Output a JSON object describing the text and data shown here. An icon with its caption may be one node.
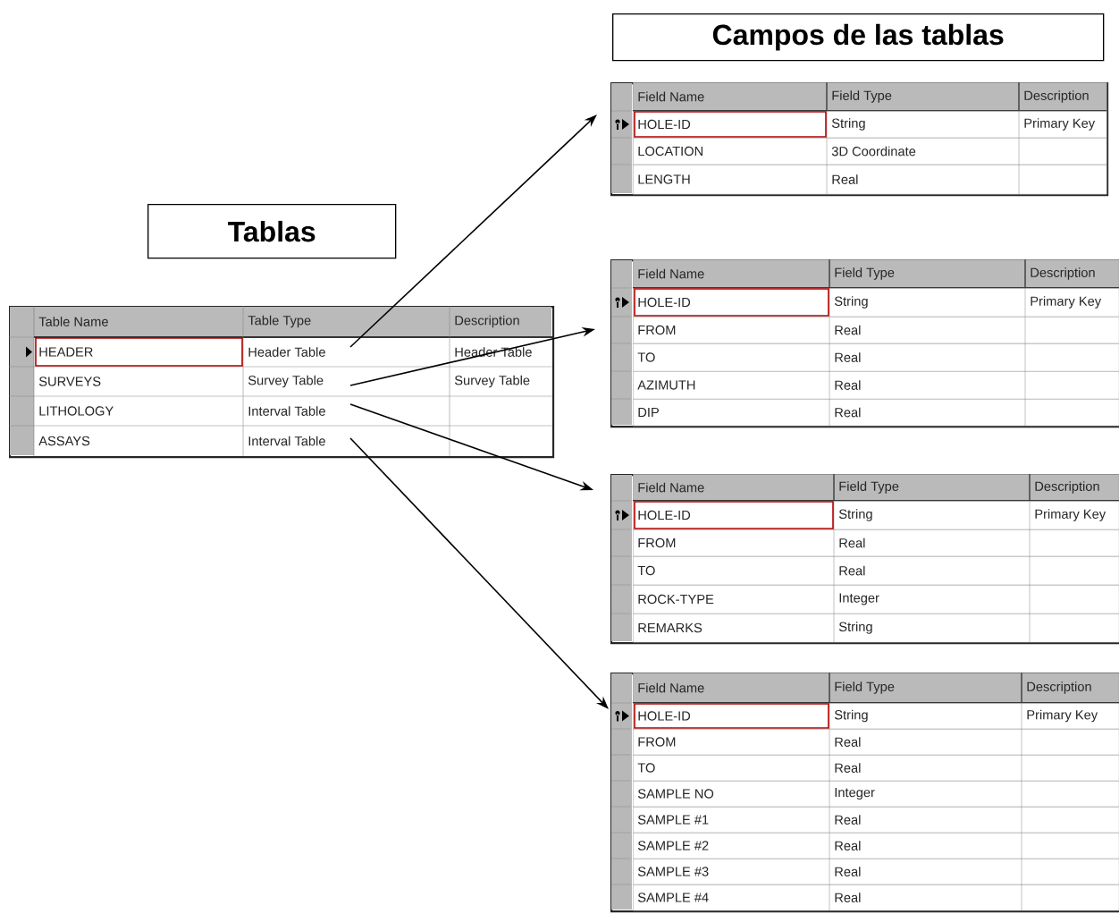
{
  "diagram": {
    "nodes": [
      {
        "text": [
          "Campos de las tablas"
        ]
      },
      {
        "text": [
          "Tablas"
        ]
      },
      {
        "text": [
          "Table Name",
          "Table Type",
          "Description",
          "HEADER",
          "Header Table",
          "Header Table",
          "SURVEYS",
          "Survey Table",
          "Survey Table",
          "LITHOLOGY",
          "Interval Table",
          "ASSAYS",
          "Interval Table"
        ]
      },
      {
        "text": [],
        "shape": "box"
      },
      {
        "text": [
          "Field Name",
          "Field Type",
          "Description"
        ],
        "in": 3
      },
      {
        "text": [
          "HOLE-ID",
          "String",
          "Primary Key"
        ],
        "in": 3
      },
      {
        "text": [
          "LOCATION",
          "3D Coordinate"
        ],
        "in": 3
      },
      {
        "text": [
          "LENGTH",
          "Real"
        ],
        "in": 3
      },
      {
        "text": [],
        "shape": "box"
      },
      {
        "text": [
          "Field Name",
          "Field Type",
          "Description"
        ],
        "in": 8
      },
      {
        "text": [
          "HOLE-ID",
          "String",
          "Primary Key"
        ],
        "in": 8
      },
      {
        "text": [
          "FROM",
          "Real"
        ],
        "in": 8
      },
      {
        "text": [
          "TO",
          "Real"
        ],
        "in": 8
      },
      {
        "text": [
          "AZIMUTH",
          "Real"
        ],
        "in": 8
      },
      {
        "text": [
          "DIP",
          "Real"
        ],
        "in": 8
      },
      {
        "text": [],
        "shape": "box"
      },
      {
        "text": [
          "Field Name",
          "Field Type",
          "Description"
        ],
        "in": 15
      },
      {
        "text": [
          "HOLE-ID",
          "String",
          "Primary Key"
        ],
        "in": 15
      },
      {
        "text": [
          "FROM",
          "Real"
        ],
        "in": 15
      },
      {
        "text": [
          "TO",
          "Real"
        ],
        "in": 15
      },
      {
        "text": [
          "ROCK-TYPE",
          "Integer"
        ],
        "in": 15
      },
      {
        "text": [
          "REMARKS",
          "String"
        ],
        "in": 15
      },
      {
        "text": [],
        "shape": "box"
      },
      {
        "text": [
          "Field Name",
          "Field Type",
          "Description"
        ],
        "in": 22
      },
      {
        "text": [
          "HOLE-ID",
          "String",
          "Primary Key"
        ],
        "in": 22
      },
      {
        "text": [
          "FROM",
          "Real"
        ],
        "in": 22
      },
      {
        "text": [
          "TO",
          "Real"
        ],
        "in": 22
      },
      {
        "text": [
          "SAMPLE NO",
          "Integer"
        ],
        "in": 22
      },
      {
        "text": [
          "SAMPLE #1",
          "Real"
        ],
        "in": 22
      },
      {
        "text": [
          "SAMPLE #2",
          "Real"
        ],
        "in": 22
      },
      {
        "text": [
          "SAMPLE #3",
          "Real"
        ],
        "in": 22
      },
      {
        "text": [
          "SAMPLE #4",
          "Real"
        ],
        "in": 22
      }
    ],
    "edges": [
      {
        "from": 2,
        "to": 3,
        "arrow": "to"
      },
      {
        "from": 2,
        "to": 8,
        "arrow": "to"
      },
      {
        "from": 2,
        "to": 15,
        "arrow": "to"
      },
      {
        "from": 2,
        "to": 22,
        "arrow": "to"
      }
    ]
  }
}
